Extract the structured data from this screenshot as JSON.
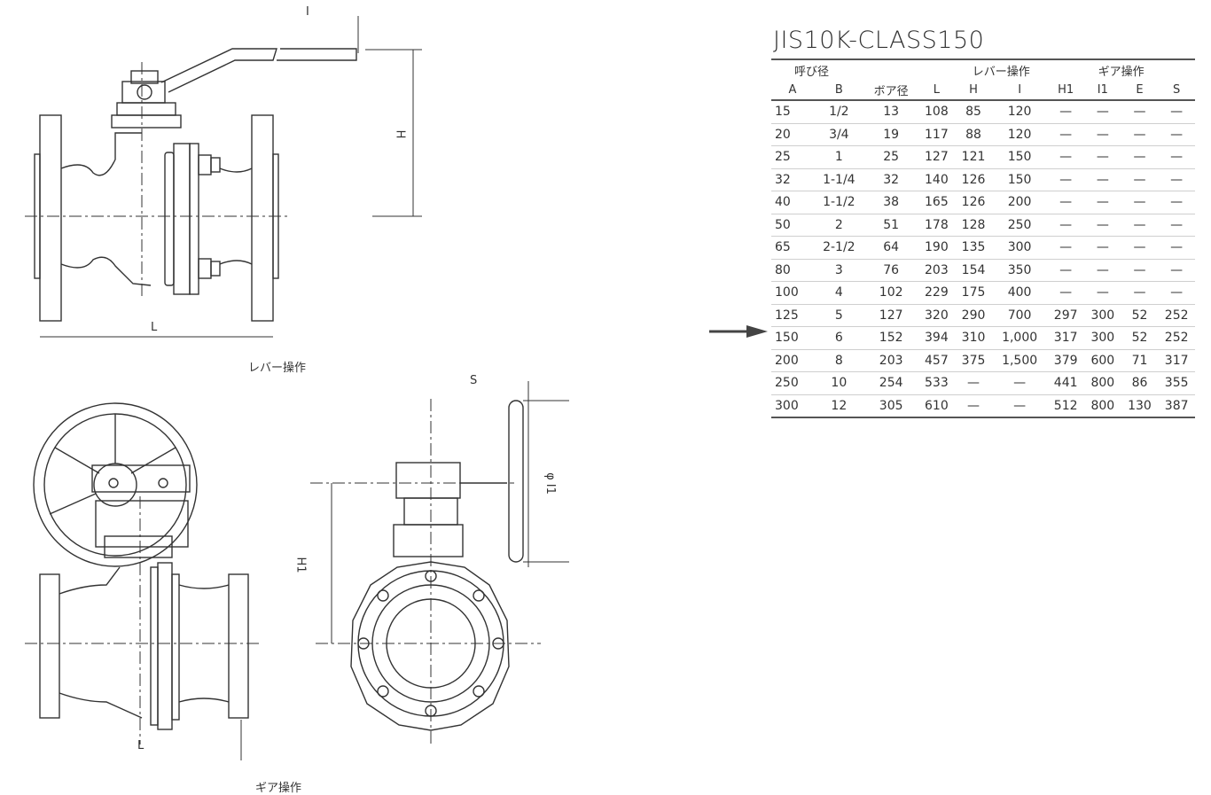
{
  "drawing": {
    "labels": {
      "lever_top_dim": "I",
      "lever_height_dim": "H",
      "lever_length_dim": "L",
      "lever_caption": "レバー操作",
      "gear_side_dim_s": "S",
      "gear_height_dim": "H1",
      "gear_wheel_dim": "φ I1",
      "gear_length_dim": "L",
      "gear_caption": "ギア操作"
    }
  },
  "spec": {
    "title": "JIS10K-CLASS150",
    "groups": {
      "nominal": "呼び径",
      "lever": "レバー操作",
      "gear": "ギア操作"
    },
    "columns": {
      "A": "A",
      "B": "B",
      "bore": "ボア径",
      "L": "L",
      "H": "H",
      "I": "I",
      "H1": "H1",
      "I1": "I1",
      "E": "E",
      "S": "S"
    },
    "highlight_marker": "arrow",
    "rows": [
      {
        "A": "15",
        "B": "1/2",
        "bore": "13",
        "L": "108",
        "H": "85",
        "I": "120",
        "H1": "—",
        "I1": "—",
        "E": "—",
        "S": "—"
      },
      {
        "A": "20",
        "B": "3/4",
        "bore": "19",
        "L": "117",
        "H": "88",
        "I": "120",
        "H1": "—",
        "I1": "—",
        "E": "—",
        "S": "—"
      },
      {
        "A": "25",
        "B": "1",
        "bore": "25",
        "L": "127",
        "H": "121",
        "I": "150",
        "H1": "—",
        "I1": "—",
        "E": "—",
        "S": "—"
      },
      {
        "A": "32",
        "B": "1-1/4",
        "bore": "32",
        "L": "140",
        "H": "126",
        "I": "150",
        "H1": "—",
        "I1": "—",
        "E": "—",
        "S": "—"
      },
      {
        "A": "40",
        "B": "1-1/2",
        "bore": "38",
        "L": "165",
        "H": "126",
        "I": "200",
        "H1": "—",
        "I1": "—",
        "E": "—",
        "S": "—"
      },
      {
        "A": "50",
        "B": "2",
        "bore": "51",
        "L": "178",
        "H": "128",
        "I": "250",
        "H1": "—",
        "I1": "—",
        "E": "—",
        "S": "—"
      },
      {
        "A": "65",
        "B": "2-1/2",
        "bore": "64",
        "L": "190",
        "H": "135",
        "I": "300",
        "H1": "—",
        "I1": "—",
        "E": "—",
        "S": "—"
      },
      {
        "A": "80",
        "B": "3",
        "bore": "76",
        "L": "203",
        "H": "154",
        "I": "350",
        "H1": "—",
        "I1": "—",
        "E": "—",
        "S": "—"
      },
      {
        "A": "100",
        "B": "4",
        "bore": "102",
        "L": "229",
        "H": "175",
        "I": "400",
        "H1": "—",
        "I1": "—",
        "E": "—",
        "S": "—"
      },
      {
        "A": "125",
        "B": "5",
        "bore": "127",
        "L": "320",
        "H": "290",
        "I": "700",
        "H1": "297",
        "I1": "300",
        "E": "52",
        "S": "252"
      },
      {
        "A": "150",
        "B": "6",
        "bore": "152",
        "L": "394",
        "H": "310",
        "I": "1,000",
        "H1": "317",
        "I1": "300",
        "E": "52",
        "S": "252"
      },
      {
        "A": "200",
        "B": "8",
        "bore": "203",
        "L": "457",
        "H": "375",
        "I": "1,500",
        "H1": "379",
        "I1": "600",
        "E": "71",
        "S": "317"
      },
      {
        "A": "250",
        "B": "10",
        "bore": "254",
        "L": "533",
        "H": "—",
        "I": "—",
        "H1": "441",
        "I1": "800",
        "E": "86",
        "S": "355"
      },
      {
        "A": "300",
        "B": "12",
        "bore": "305",
        "L": "610",
        "H": "—",
        "I": "—",
        "H1": "512",
        "I1": "800",
        "E": "130",
        "S": "387"
      }
    ]
  }
}
